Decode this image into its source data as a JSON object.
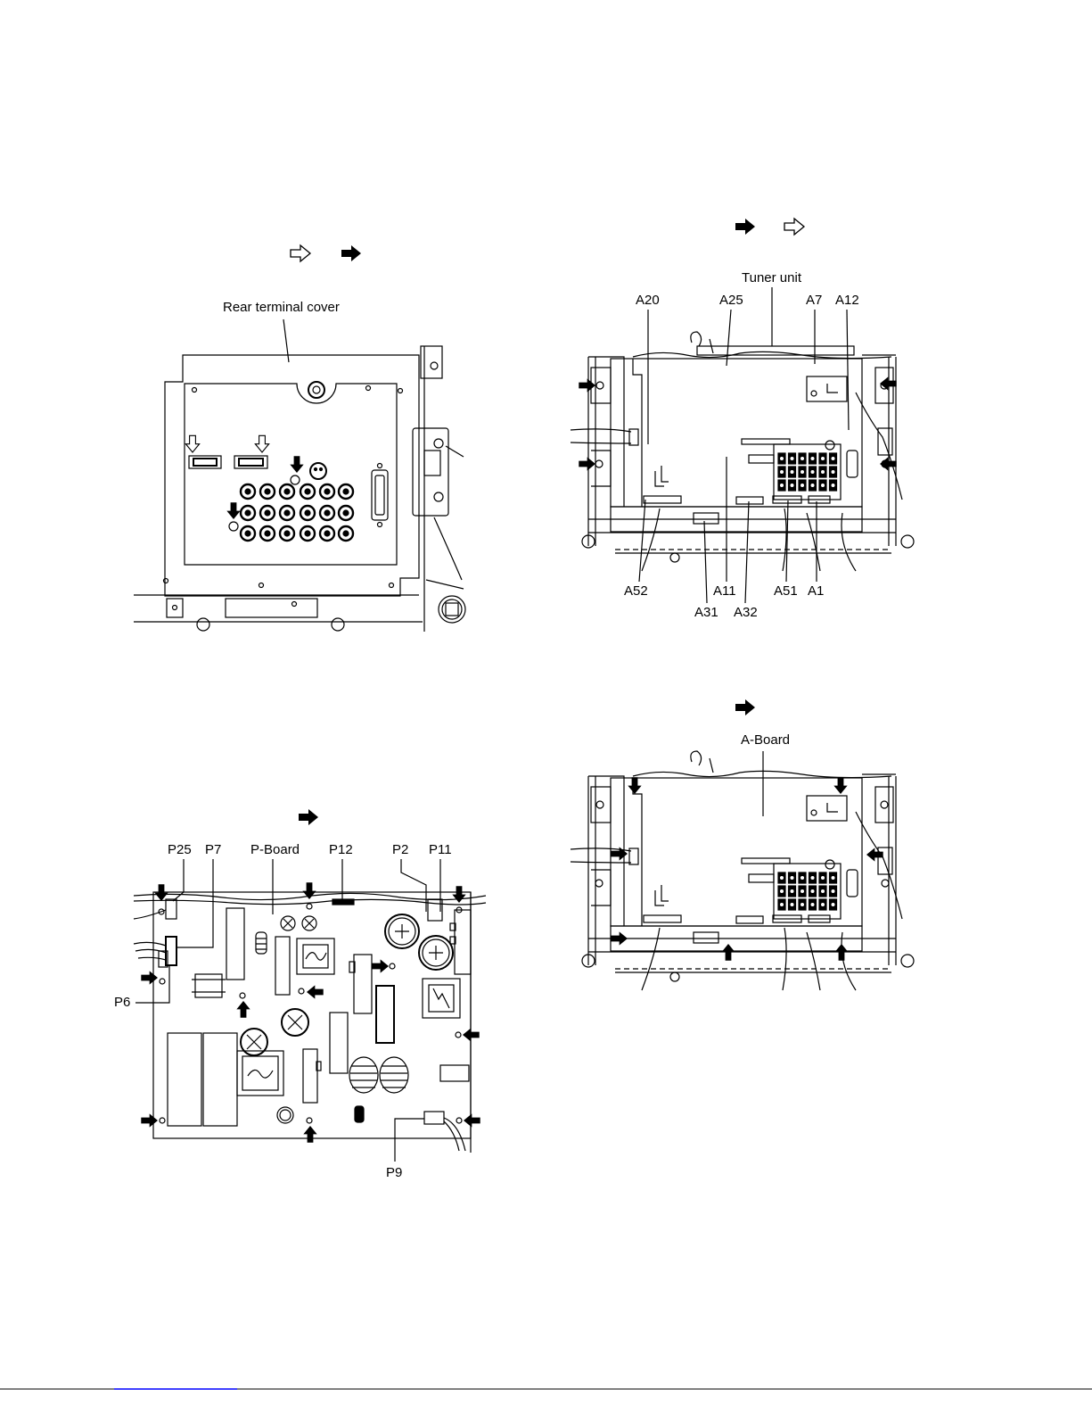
{
  "page": {
    "background": "#ffffff",
    "line_color": "#000000"
  },
  "figure_rear_terminal_cover": {
    "legend_icons": [
      "hollow-arrow-icon",
      "filled-arrow-icon"
    ],
    "label": "Rear terminal cover"
  },
  "figure_tuner_unit": {
    "legend_icons": [
      "filled-arrow-icon",
      "hollow-arrow-icon"
    ],
    "labels": {
      "tuner_unit": "Tuner unit",
      "a20": "A20",
      "a25": "A25",
      "a7": "A7",
      "a12": "A12",
      "a52": "A52",
      "a11": "A11",
      "a51": "A51",
      "a1": "A1",
      "a31": "A31",
      "a32": "A32"
    }
  },
  "figure_a_board": {
    "legend_icons": [
      "filled-arrow-icon"
    ],
    "label": "A-Board"
  },
  "figure_p_board": {
    "legend_icons": [
      "filled-arrow-icon"
    ],
    "labels": {
      "p25": "P25",
      "p7": "P7",
      "p_board": "P-Board",
      "p12": "P12",
      "p2": "P2",
      "p11": "P11",
      "p6": "P6",
      "p9": "P9"
    }
  },
  "footer": {
    "rule_color": "#000000",
    "link_color": "#0000ff"
  }
}
